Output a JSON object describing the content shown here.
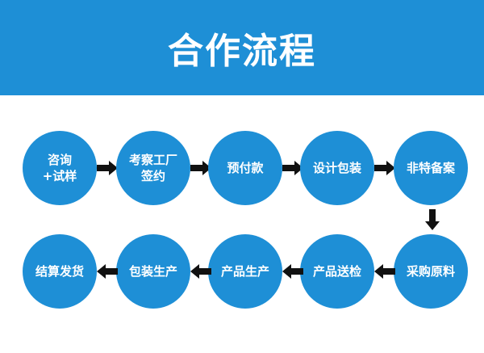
{
  "header": {
    "title": "合作流程",
    "background_color": "#1e8fd6"
  },
  "colors": {
    "circle": "#1e8fd6",
    "arrow": "#111111"
  },
  "steps": [
    {
      "label": "咨询\n+试样"
    },
    {
      "label": "考察工厂\n签约"
    },
    {
      "label": "预付款"
    },
    {
      "label": "设计包装"
    },
    {
      "label": "非特备案"
    },
    {
      "label": "采购原料"
    },
    {
      "label": "产品送检"
    },
    {
      "label": "产品生产"
    },
    {
      "label": "包装生产"
    },
    {
      "label": "结算发货"
    }
  ]
}
